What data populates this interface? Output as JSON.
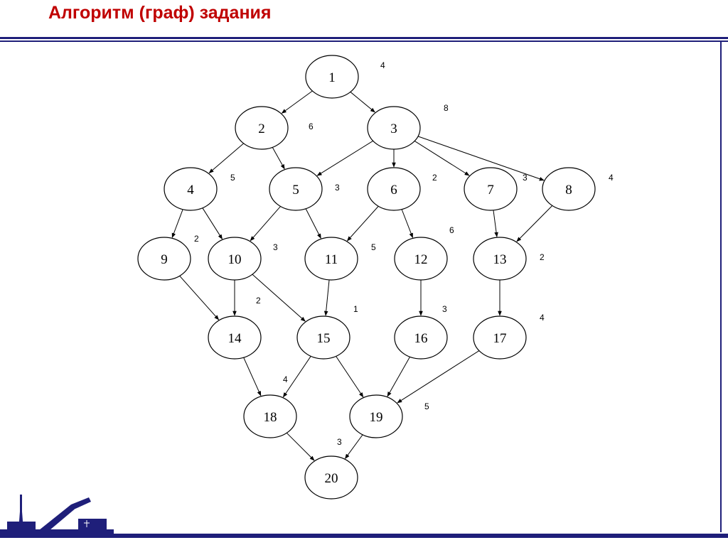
{
  "slide": {
    "title": "Алгоритм (граф) задания"
  },
  "colors": {
    "title": "#c00000",
    "rules": "#1f1f7a",
    "logo": "#1f1f7a"
  },
  "graph": {
    "nodes": [
      {
        "id": "1",
        "weight": "4"
      },
      {
        "id": "2",
        "weight": "6"
      },
      {
        "id": "3",
        "weight": "8"
      },
      {
        "id": "4",
        "weight": "5"
      },
      {
        "id": "5",
        "weight": "3"
      },
      {
        "id": "6",
        "weight": "2"
      },
      {
        "id": "7",
        "weight": "3"
      },
      {
        "id": "8",
        "weight": "4"
      },
      {
        "id": "9",
        "weight": "2"
      },
      {
        "id": "10",
        "weight": "3"
      },
      {
        "id": "11",
        "weight": "5"
      },
      {
        "id": "12",
        "weight": "6"
      },
      {
        "id": "13",
        "weight": "2"
      },
      {
        "id": "14",
        "weight": "2"
      },
      {
        "id": "15",
        "weight": "1"
      },
      {
        "id": "16",
        "weight": "3"
      },
      {
        "id": "17",
        "weight": "4"
      },
      {
        "id": "18",
        "weight": "4"
      },
      {
        "id": "19",
        "weight": "5"
      },
      {
        "id": "20",
        "weight": "3"
      }
    ],
    "edges": [
      [
        "1",
        "2"
      ],
      [
        "1",
        "3"
      ],
      [
        "2",
        "4"
      ],
      [
        "2",
        "5"
      ],
      [
        "3",
        "5"
      ],
      [
        "3",
        "6"
      ],
      [
        "3",
        "7"
      ],
      [
        "3",
        "8"
      ],
      [
        "4",
        "9"
      ],
      [
        "4",
        "10"
      ],
      [
        "5",
        "10"
      ],
      [
        "5",
        "11"
      ],
      [
        "6",
        "11"
      ],
      [
        "6",
        "12"
      ],
      [
        "7",
        "13"
      ],
      [
        "8",
        "13"
      ],
      [
        "9",
        "14"
      ],
      [
        "10",
        "14"
      ],
      [
        "10",
        "15"
      ],
      [
        "11",
        "15"
      ],
      [
        "12",
        "16"
      ],
      [
        "13",
        "17"
      ],
      [
        "14",
        "18"
      ],
      [
        "15",
        "18"
      ],
      [
        "15",
        "19"
      ],
      [
        "16",
        "19"
      ],
      [
        "17",
        "19"
      ],
      [
        "18",
        "20"
      ],
      [
        "19",
        "20"
      ]
    ]
  }
}
